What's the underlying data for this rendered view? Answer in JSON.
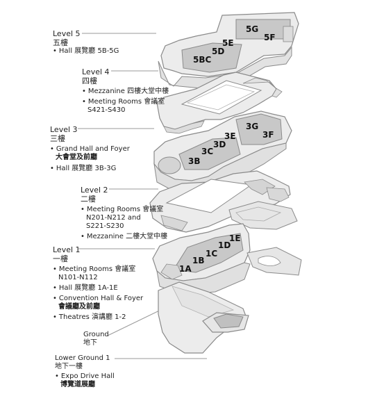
{
  "levels": [
    {
      "title": "Level 5",
      "cn": "五樓",
      "items": [
        "Hall 展覽廳 5B-5G"
      ]
    },
    {
      "title": "Level 4",
      "cn": "四樓",
      "items": [
        "Mezzanine 四樓大堂中樓",
        "Meeting Rooms 會議室",
        "S421-S430"
      ]
    },
    {
      "title": "Level 3",
      "cn": "三樓",
      "items": [
        "Grand Hall and Foyer",
        "大會堂及前廳",
        "Hall 展覽廳 3B-3G"
      ]
    },
    {
      "title": "Level 2",
      "cn": "二樓",
      "items": [
        "Meeting Rooms 會議室",
        "N201-N212 and",
        "S221-S230",
        "Mezzanine 二樓大堂中樓"
      ]
    },
    {
      "title": "Level 1",
      "cn": "一樓",
      "items": [
        "Meeting Rooms 會議室",
        "N101-N112",
        "Hall 展覽廳 1A-1E",
        "Convention Hall & Foyer",
        "會議廳及前廳",
        "Theatres 演講廳 1-2"
      ]
    }
  ],
  "ground": {
    "title": "Ground",
    "cn": "地下"
  },
  "lower_ground": {
    "title": "Lower Ground 1",
    "cn": "地下一樓",
    "items": [
      "Expo Drive Hall",
      "博覽道展廳"
    ]
  },
  "hall_labels": {
    "level5": [
      "5G",
      "5F",
      "5E",
      "5D",
      "5BC"
    ],
    "level3": [
      "3G",
      "3F",
      "3E",
      "3D",
      "3C",
      "3B"
    ],
    "level1": [
      "1E",
      "1D",
      "1C",
      "1B",
      "1A"
    ]
  },
  "colors": {
    "floor": "#ececec",
    "hall": "#c8c8c8",
    "outline": "#8a8a8a",
    "leader": "#9a9a9a"
  }
}
